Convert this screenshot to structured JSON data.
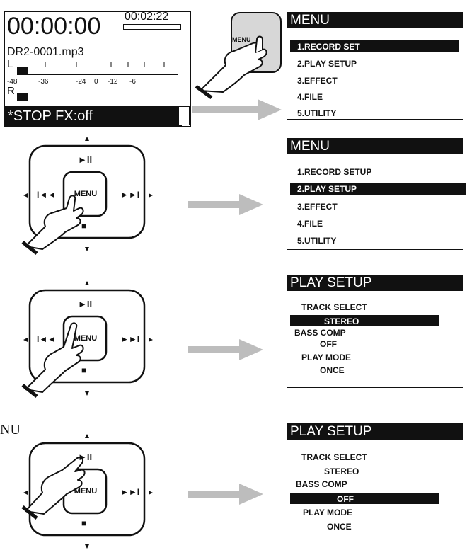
{
  "recorder": {
    "time": "00:00:00",
    "remaining": "00:02:22",
    "filename": "DR2-0001.mp3",
    "left_label": "L",
    "right_label": "R",
    "scale": [
      "-48",
      "-36",
      "-24",
      "0",
      "-12",
      "-6"
    ],
    "status": "*STOP FX:off"
  },
  "menu_button_label": "MENU",
  "menu1": {
    "title": "MENU",
    "items": [
      "1.RECORD SET",
      "2.PLAY SETUP",
      "3.EFFECT",
      "4.FILE",
      "5.UTILITY"
    ],
    "selected_index": 0
  },
  "menu2": {
    "title": "MENU",
    "items": [
      "1.RECORD SETUP",
      "2.PLAY SETUP",
      "3.EFFECT",
      "4.FILE",
      "5.UTILITY"
    ],
    "selected_index": 1
  },
  "play1": {
    "title": "PLAY SETUP",
    "items": [
      "TRACK SELECT",
      "STEREO",
      "BASS COMP",
      "OFF",
      "PLAY MODE",
      "ONCE"
    ],
    "selected_index": 1
  },
  "play2": {
    "title": "PLAY SETUP",
    "items": [
      "TRACK SELECT",
      "STEREO",
      "BASS COMP",
      "OFF",
      "PLAY MODE",
      "ONCE"
    ],
    "selected_index": 3
  },
  "dpad": {
    "center_label": "MENU",
    "play_pause_symbol": "►II",
    "rewind_symbol": "I◄◄",
    "ffwd_symbol": "►►I",
    "stop_symbol": "■"
  },
  "side_text": "NU",
  "colors": {
    "ink": "#111111",
    "arrow": "#bdbdbd",
    "button_fill": "#d7d7d7"
  }
}
